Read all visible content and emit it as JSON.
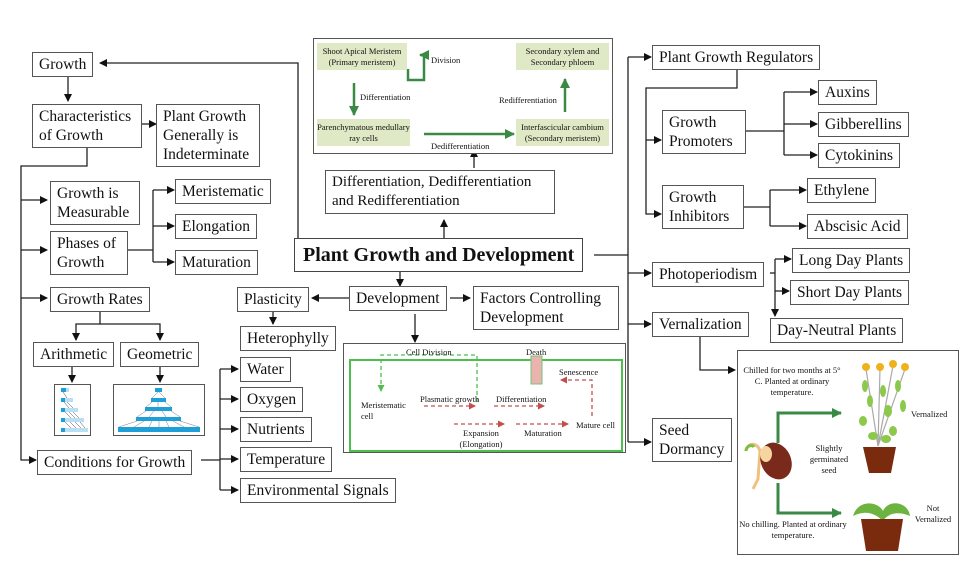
{
  "title": "Plant Growth and Development",
  "growth_branch": {
    "growth": "Growth",
    "characteristics": "Characteristics of Growth",
    "indeterminate": "Plant Growth Generally is Indeterminate",
    "measurable": "Growth is Measurable",
    "phases": "Phases of Growth",
    "phase_items": [
      "Meristematic",
      "Elongation",
      "Maturation"
    ],
    "rates": "Growth Rates",
    "rate_types": [
      "Arithmetic",
      "Geometric"
    ],
    "conditions": "Conditions for Growth",
    "condition_items": [
      "Water",
      "Oxygen",
      "Nutrients",
      "Temperature",
      "Environmental Signals"
    ]
  },
  "differentiation": {
    "label": "Differentiation, Dedifferentiation and Redifferentiation",
    "panel": {
      "shoot_apical": "Shoot Apical Meristem (Primary meristem)",
      "division": "Division",
      "differentiation": "Differentiation",
      "parenchymatous": "Parenchymatous medullary ray cells",
      "dedifferentiation": "Dedifferentiation",
      "interfascicular": "Interfascicular cambium (Secondary meristem)",
      "redifferentiation": "Redifferentiation",
      "secondary": "Secondary xylem and Secondary phloem"
    }
  },
  "development": {
    "label": "Development",
    "plasticity": "Plasticity",
    "heterophylly": "Heterophylly",
    "factors": "Factors Controlling Development",
    "panel": {
      "cell_division": "Cell Division",
      "death": "Death",
      "senescence": "Senescence",
      "meristematic_cell": "Meristematic cell",
      "plasmatic_growth": "Plasmatic growth",
      "differentiation": "Differentiation",
      "expansion": "Expansion (Elongation)",
      "maturation": "Maturation",
      "mature_cell": "Mature cell"
    }
  },
  "regulators": {
    "label": "Plant Growth Regulators",
    "promoters": "Growth Promoters",
    "promoter_items": [
      "Auxins",
      "Gibberellins",
      "Cytokinins"
    ],
    "inhibitors": "Growth Inhibitors",
    "inhibitor_items": [
      "Ethylene",
      "Abscisic Acid"
    ]
  },
  "photoperiodism": {
    "label": "Photoperiodism",
    "items": [
      "Long Day Plants",
      "Short Day Plants",
      "Day-Neutral Plants"
    ]
  },
  "vernalization": {
    "label": "Vernalization",
    "chilled": "Chilled for two months at 5° C. Planted at ordinary temperature.",
    "seed": "Slightly germinated seed",
    "no_chill": "No chilling. Planted at ordinary temperature.",
    "vernalized": "Vernalized",
    "not_vernalized": "Not Vernalized"
  },
  "seed_dormancy": "Seed Dormancy",
  "colors": {
    "green_arrow": "#3a8a45",
    "green_box": "#dfe9c6",
    "red_dashed": "#c0504d",
    "green_dashed": "#4cbf4c",
    "blue_graphic": "#1f9fd8"
  }
}
